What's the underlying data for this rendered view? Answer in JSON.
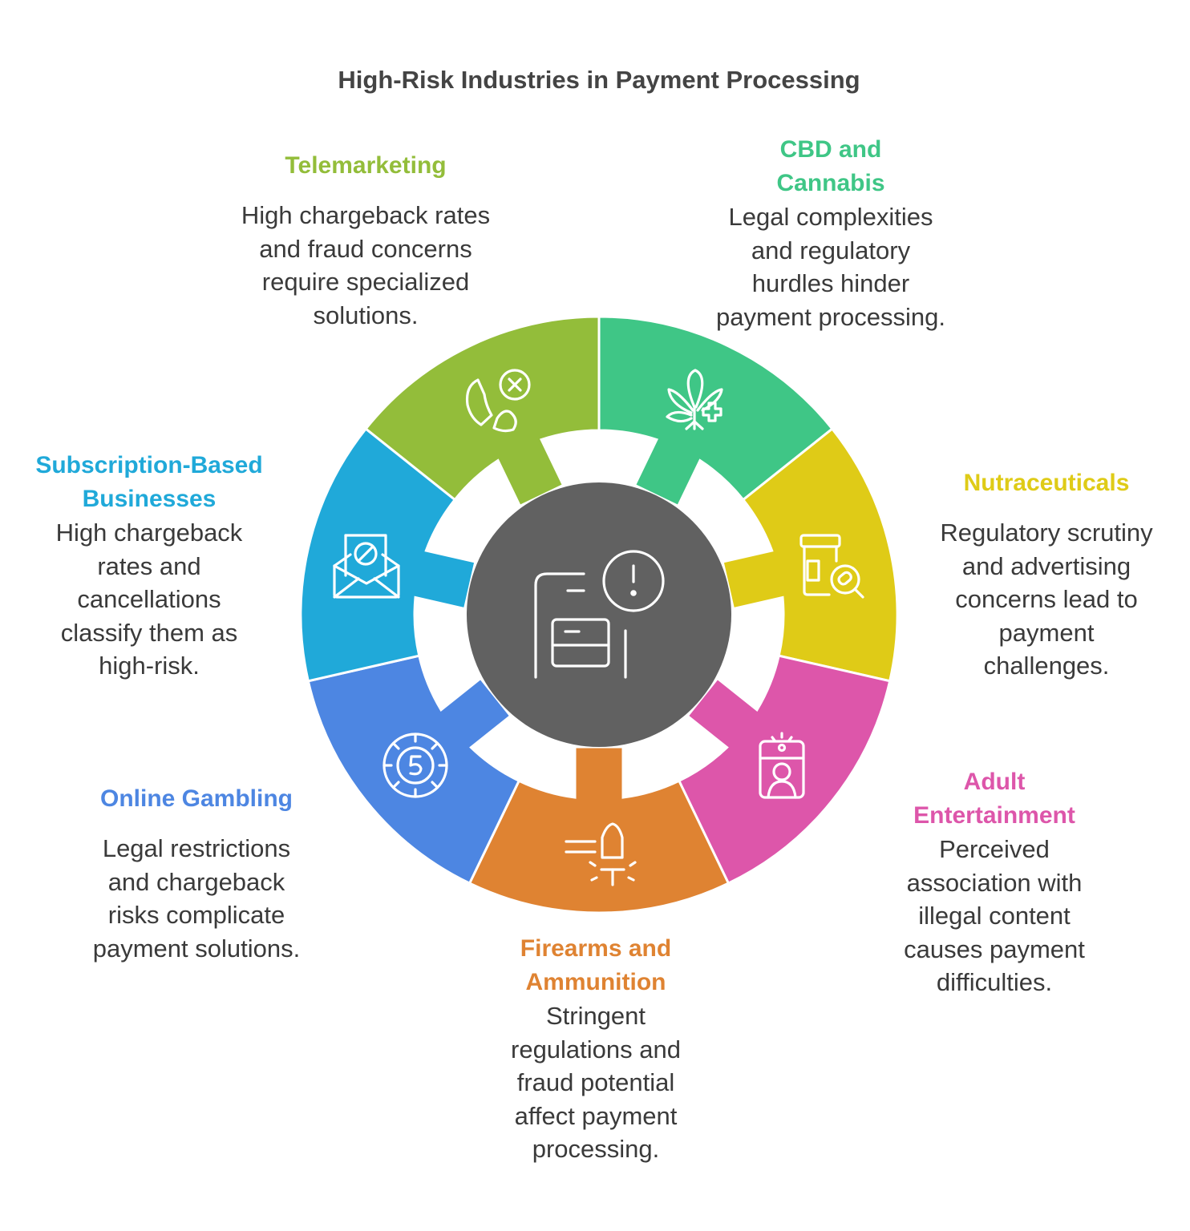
{
  "title": "High-Risk Industries in Payment Processing",
  "colors": {
    "telemarketing": "#93bd3a",
    "cbd": "#3fc686",
    "nutraceuticals": "#dfcb17",
    "adult": "#dd56aa",
    "firearms": "#df8332",
    "gambling": "#4d86e2",
    "subscription": "#20a9d9",
    "center": "#616161"
  },
  "segments": [
    {
      "id": "telemarketing",
      "heading": "Telemarketing",
      "description": "High chargeback rates and fraud concerns require specialized solutions.",
      "icon": "phone-cancel-icon"
    },
    {
      "id": "cbd",
      "heading": "CBD and Cannabis",
      "description": "Legal complexities and regulatory hurdles hinder payment processing.",
      "icon": "cannabis-leaf-icon"
    },
    {
      "id": "nutraceuticals",
      "heading": "Nutraceuticals",
      "description": "Regulatory scrutiny and advertising concerns lead to payment challenges.",
      "icon": "supplement-bottle-search-icon"
    },
    {
      "id": "adult",
      "heading": "Adult Entertainment",
      "description": "Perceived association with illegal content causes payment difficulties.",
      "icon": "performer-stage-icon"
    },
    {
      "id": "firearms",
      "heading": "Firearms and Ammunition",
      "description": "Stringent regulations and fraud potential affect payment processing.",
      "icon": "bullet-icon"
    },
    {
      "id": "gambling",
      "heading": "Online Gambling",
      "description": "Legal restrictions and chargeback risks complicate payment solutions.",
      "icon": "casino-chip-icon"
    },
    {
      "id": "subscription",
      "heading": "Subscription-Based Businesses",
      "description": "High chargeback rates and cancellations classify them as high-risk.",
      "icon": "envelope-cancel-icon"
    }
  ],
  "center": {
    "icon": "payment-alert-icon"
  }
}
